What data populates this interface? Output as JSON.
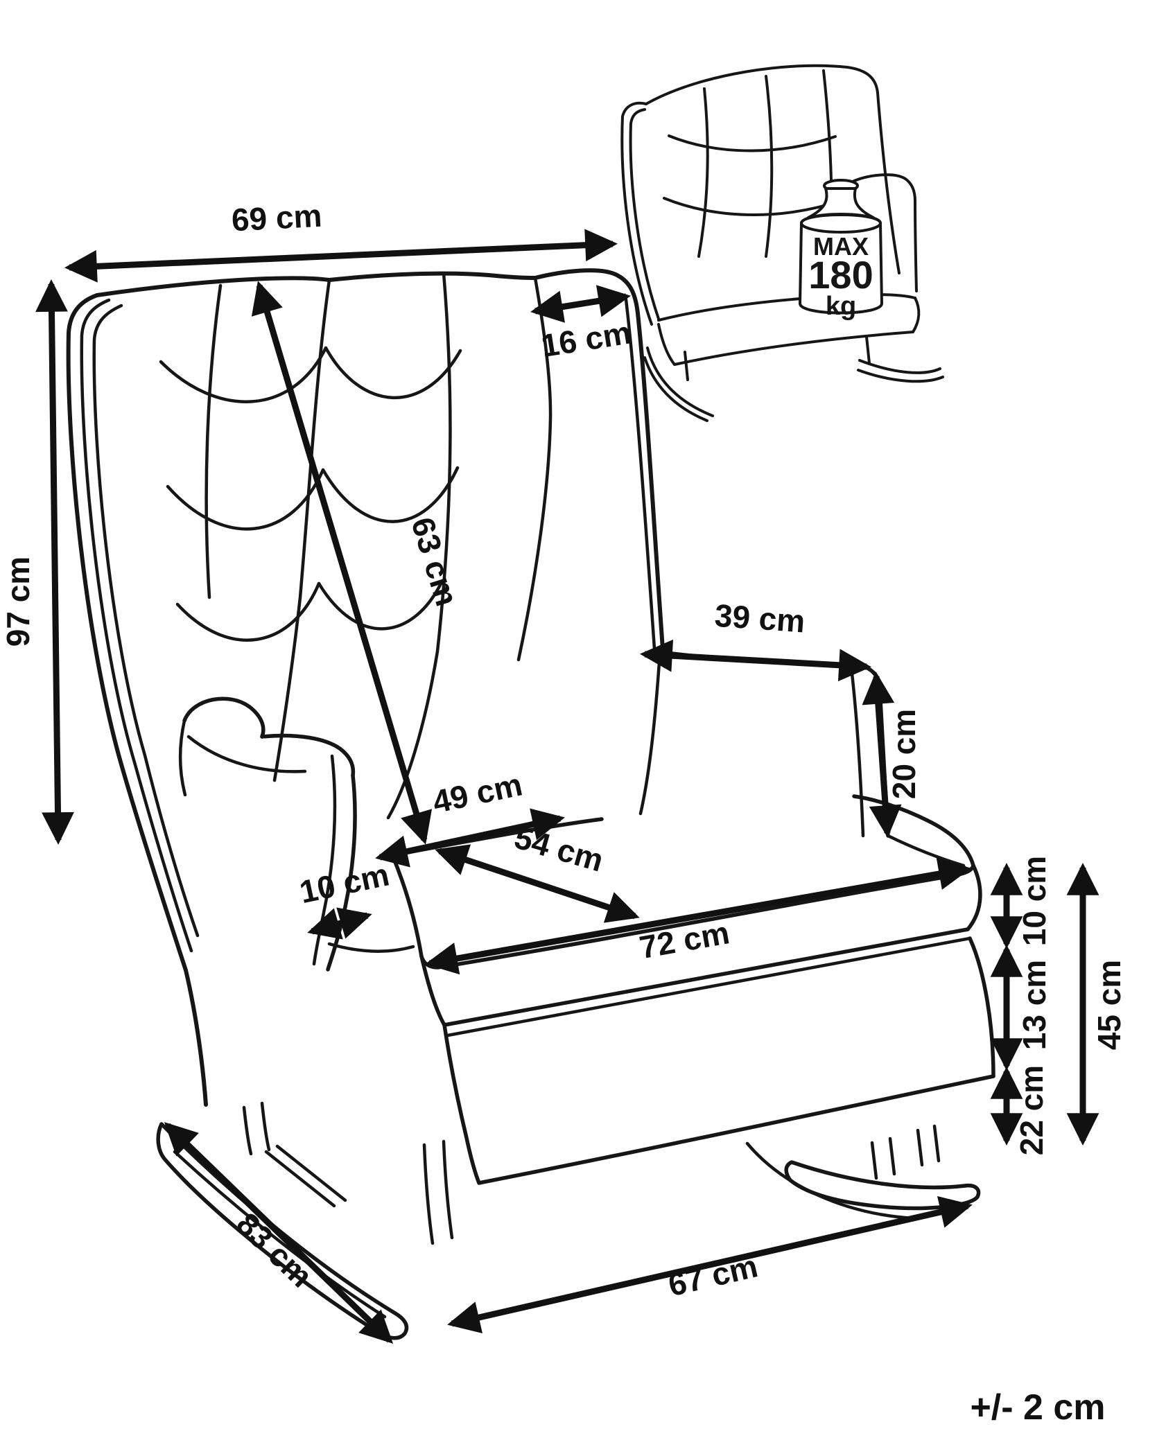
{
  "diagram": {
    "tolerance_note": "+/- 2 cm",
    "dimensions": {
      "back_top_width": "69 cm",
      "wing_depth": "16 cm",
      "backrest_length": "63 cm",
      "total_height": "97 cm",
      "armrest_length": "39 cm",
      "armrest_height": "20 cm",
      "seat_width_rear": "49 cm",
      "seat_depth": "54 cm",
      "arm_front_width": "10 cm",
      "seat_front_width": "72 cm",
      "cushion_thickness": "10 cm",
      "frame_height": "13 cm",
      "rocker_height": "22 cm",
      "seat_height": "45 cm",
      "total_depth": "83 cm",
      "base_length": "67 cm"
    },
    "max_load": {
      "line1": "MAX",
      "line2": "180",
      "line3": "kg"
    }
  }
}
